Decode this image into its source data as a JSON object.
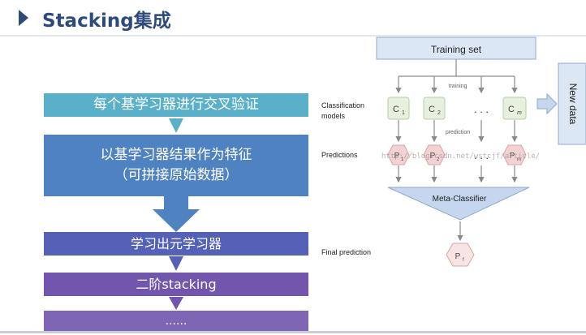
{
  "title": "Stacking集成",
  "flow": {
    "step1": "每个基学习器进行交叉验证",
    "step2_line1": "以基学习器结果作为特征",
    "step2_line2": "（可拼接原始数据）",
    "step3": "学习出元学习器",
    "step4": "二阶stacking",
    "step5": "......"
  },
  "diagram": {
    "training_set": "Training set",
    "new_data": "New data",
    "training": "training",
    "prediction": "prediction",
    "classification_models": [
      "Classification",
      "models"
    ],
    "predictions": "Predictions",
    "final_prediction": "Final prediction",
    "meta_classifier": "Meta-Classifier",
    "classifiers": [
      {
        "base": "C",
        "sub": "1"
      },
      {
        "base": "C",
        "sub": "2"
      },
      {
        "base": "C",
        "sub": "m"
      }
    ],
    "predictions_nodes": [
      {
        "base": "P",
        "sub": "1"
      },
      {
        "base": "P",
        "sub": "2"
      },
      {
        "base": "P",
        "sub": "m"
      }
    ],
    "final_node": {
      "base": "P",
      "sub": "f"
    },
    "ellipsis": ". . .",
    "watermark": "http://blog.csdn.net/wstcjf/article/"
  },
  "colors": {
    "title": "#2e4a7a",
    "box_training": "#dce7f6",
    "node_green": "#e6f0dc",
    "node_pink": "#f4d2d4",
    "meta": "#c5d6ee"
  }
}
